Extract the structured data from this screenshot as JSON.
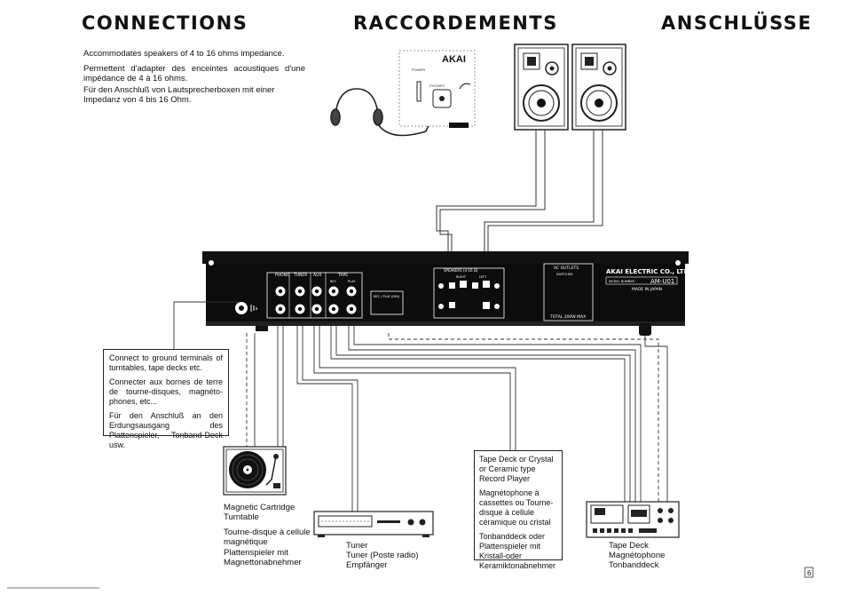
{
  "headings": {
    "en": "CONNECTIONS",
    "fr": "RACCORDEMENTS",
    "de": "ANSCHLÜSSE"
  },
  "intro": {
    "en": "Accommodates speakers of 4 to 16 ohms impedance.",
    "fr": "Permettent d'adapter des enceintes acoustiques d'une impédance de 4 à 16 ohms.",
    "de": "Für den Anschluß von Lautsprecherboxen mit einer Impedanz von 4 bis 16 Ohm."
  },
  "front_panel": {
    "brand": "AKAI",
    "power_label": "POWER",
    "phones_label": "PHONES"
  },
  "rear_panel": {
    "jack_groups": [
      "PHONO",
      "TUNER",
      "AUX",
      "TAPE"
    ],
    "tape_sub": [
      "REC",
      "PLAY"
    ],
    "rec_play_label": "REC / PLAY (DIN)",
    "speakers_label": "SPEAKERS (4-16 Ω)",
    "speaker_sub": [
      "RIGHT",
      "LEFT"
    ],
    "ac_outlets_title": "AC OUTLETS",
    "ac_outlets_sub": "SWITCHED",
    "ac_outlets_total": "TOTAL 200W MAX",
    "maker": "AKAI ELECTRIC CO., LTD.",
    "model_prefix": "MODEL NUMBER",
    "model": "AM-U01",
    "origin": "MADE IN JAPAN"
  },
  "ground_note": {
    "en": "Connect to ground terminals of turntables, tape decks etc.",
    "fr": "Connecter aux bornes de terre de tourne-disques, magnéto-phones, etc...",
    "de": "Für den Anschluß an den Erdungsausgang des Plattenspieler, Tonband-Deck usw."
  },
  "devices": {
    "turntable": {
      "en": "Magnetic Cartridge Turntable",
      "fr": "Tourne-disque à cellule magnétique",
      "de": "Plattenspieler mit Magnettonabnehmer"
    },
    "tuner": {
      "en": "Tuner",
      "fr": "Tuner (Poste radio)",
      "de": "Empfänger"
    },
    "aux": {
      "en": "Tape Deck or Crystal or Ceramic type Record Player",
      "fr": "Magnétophone à cassettes ou Tourne-disque à cellule céramique ou cristal",
      "de": "Tonbanddeck oder Plattenspieler mit Kristall-oder Keramiktonabnehmer"
    },
    "tape_deck": {
      "en": "Tape Deck",
      "fr": "Magnétophone",
      "de": "Tonbanddeck"
    }
  },
  "page_number": "6"
}
